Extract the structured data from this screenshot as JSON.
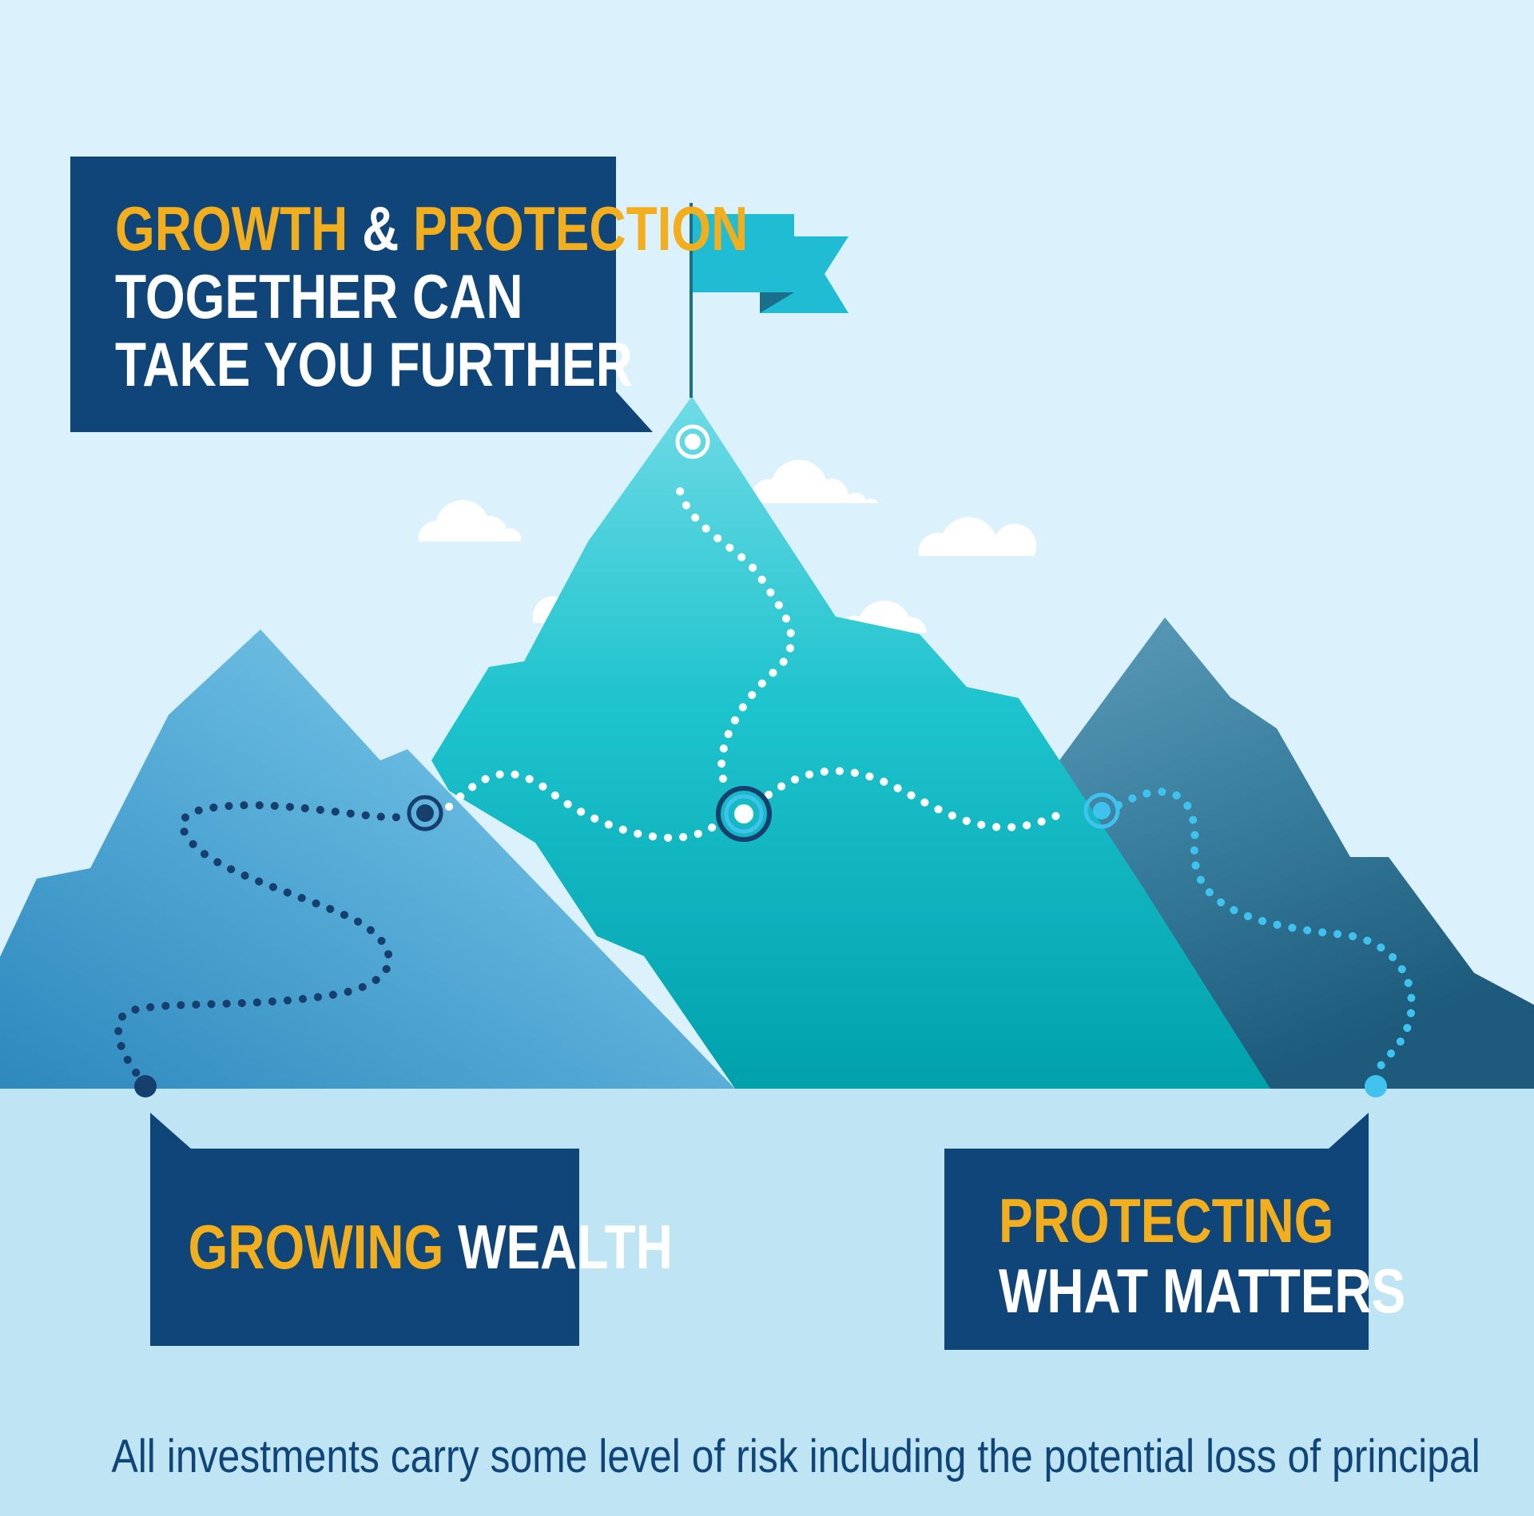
{
  "headline": {
    "highlight_1": "GROWTH",
    "connector": "&",
    "highlight_2": "PROTECTION",
    "line_2": "TOGETHER CAN",
    "line_3": "TAKE YOU FURTHER"
  },
  "left_callout": {
    "highlight": "GROWING",
    "rest": "WEALTH"
  },
  "right_callout": {
    "highlight": "PROTECTING",
    "rest": "WHAT MATTERS"
  },
  "disclaimer": "All investments carry some level of risk including the potential loss of principal",
  "colors": {
    "sky": "#dbf1fb",
    "ground": "#bfe5f5",
    "navy": "#0f4578",
    "gold": "#f2ae1c",
    "teal_mountain": "#17b6c0",
    "left_mountain": "#5aafd8",
    "right_mountain": "#2f6f8e",
    "flag": "#1fbcd4",
    "left_path": "#163f6e",
    "center_path": "#ffffff",
    "right_path": "#3fc3ee"
  },
  "icons": {
    "flag": "flag-icon",
    "cloud": "cloud-icon",
    "waypoint": "target-icon"
  }
}
